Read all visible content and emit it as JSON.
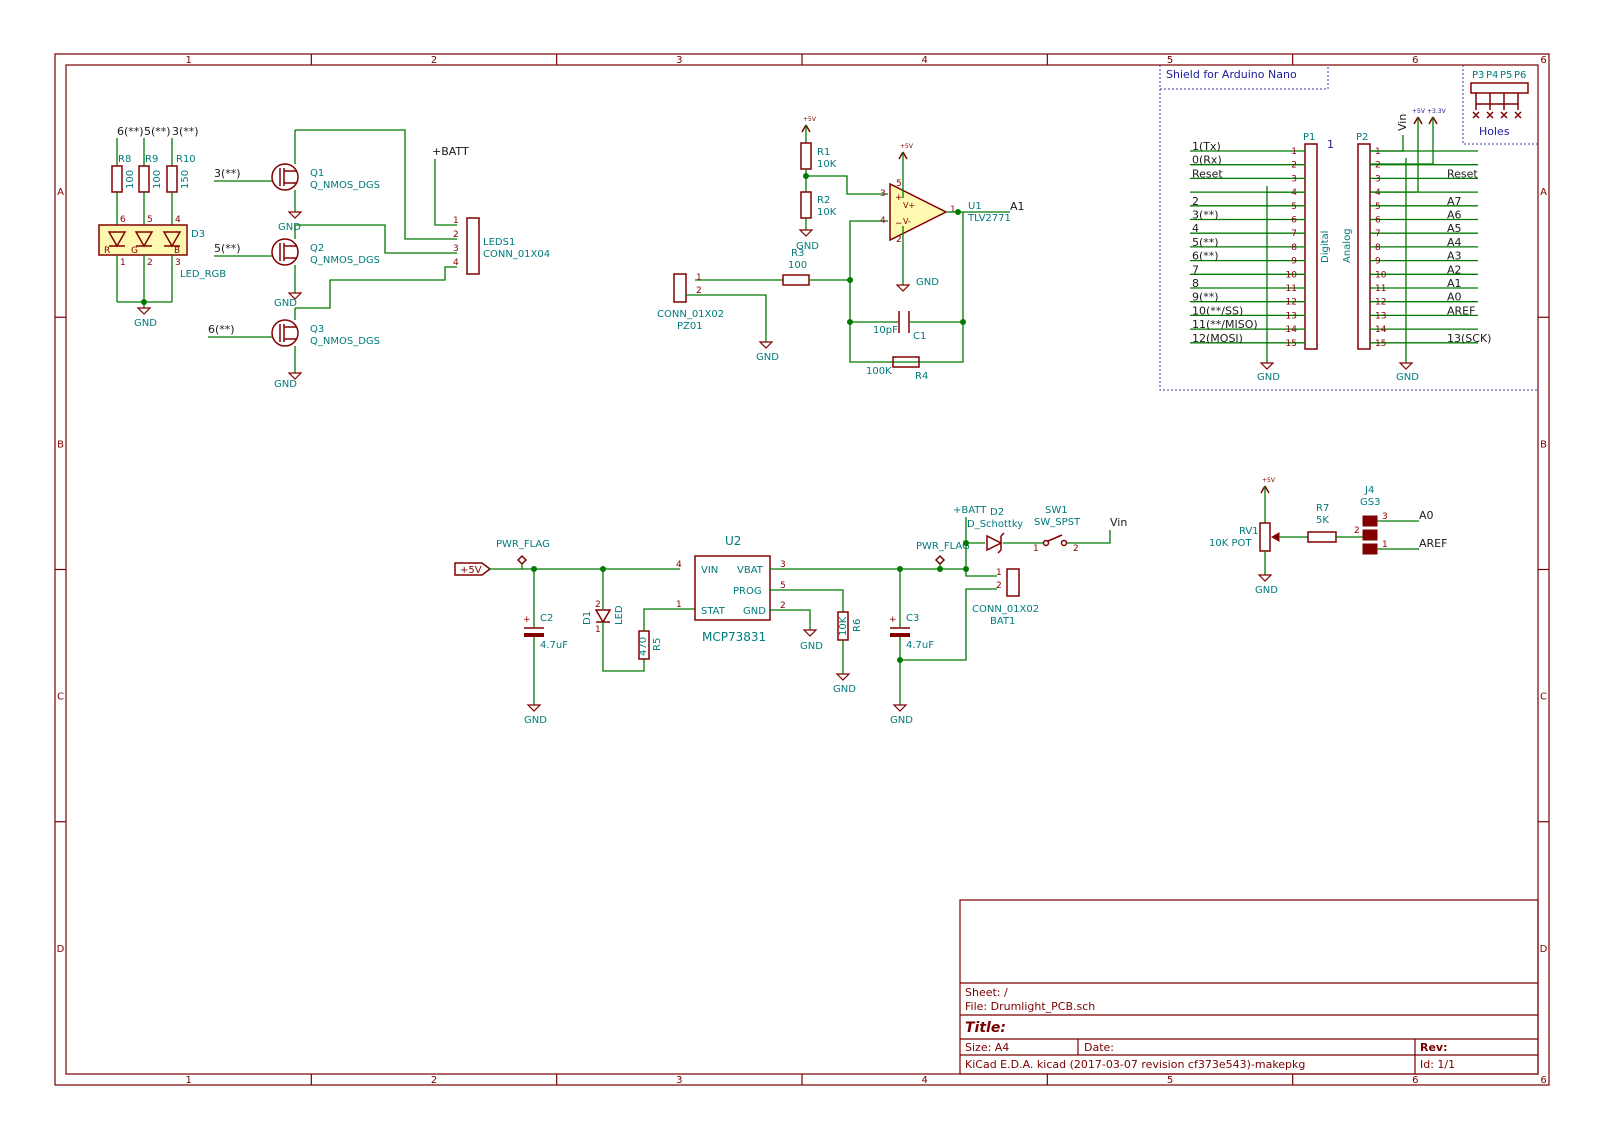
{
  "frame": {
    "columns": [
      "1",
      "2",
      "3",
      "4",
      "5",
      "6"
    ],
    "rows": [
      "A",
      "B",
      "C",
      "D"
    ]
  },
  "title_block": {
    "sheet": "Sheet: /",
    "file": "File: Drumlight_PCB.sch",
    "title": "Title:",
    "size": "Size: A4",
    "date": "Date:",
    "rev": "Rev:",
    "tool": "KiCad E.D.A.  kicad (2017-03-07 revision cf373e543)-makepkg",
    "id": "Id: 1/1"
  },
  "rgb": {
    "net_labels": [
      "6(**)",
      "5(**)",
      "3(**)"
    ],
    "resistors": [
      {
        "ref": "R8",
        "value": "100"
      },
      {
        "ref": "R9",
        "value": "100"
      },
      {
        "ref": "R10",
        "value": "150"
      }
    ],
    "led_ref": "D3",
    "led_value": "LED_RGB",
    "led_letters": [
      "R",
      "G",
      "B"
    ],
    "top_pins": [
      "6",
      "5",
      "4"
    ],
    "bottom_pins": [
      "1",
      "2",
      "3"
    ],
    "gnd": "GND"
  },
  "mosfets": [
    {
      "ref": "Q1",
      "value": "Q_NMOS_DGS",
      "net": "3(**)",
      "gnd": "GND"
    },
    {
      "ref": "Q2",
      "value": "Q_NMOS_DGS",
      "net": "5(**)",
      "gnd": "GND"
    },
    {
      "ref": "Q3",
      "value": "Q_NMOS_DGS",
      "net": "6(**)",
      "gnd": "GND"
    }
  ],
  "leds_conn": {
    "ref": "LEDS1",
    "value": "CONN_01X04",
    "pins": [
      "1",
      "2",
      "3",
      "4"
    ],
    "power": "+BATT"
  },
  "amp": {
    "r1": {
      "ref": "R1",
      "value": "10K"
    },
    "r2": {
      "ref": "R2",
      "value": "10K"
    },
    "r3": {
      "ref": "R3",
      "value": "100"
    },
    "r4": {
      "ref": "R4",
      "value": "100K"
    },
    "c1": {
      "ref": "C1",
      "value": "10pF"
    },
    "u1": {
      "ref": "U1",
      "value": "TLV2771"
    },
    "pz": {
      "ref": "PZ01",
      "value": "CONN_01X02"
    },
    "out_net": "A1",
    "supply": "+5V",
    "gnd": "GND",
    "pins": {
      "in_plus": "3",
      "in_minus": "4",
      "vplus": "5",
      "vminus": "2",
      "out": "1"
    },
    "conn_pins": [
      "1",
      "2"
    ]
  },
  "nano": {
    "title": "Shield for Arduino Nano",
    "p1_ref": "P1",
    "p2_ref": "P2",
    "p1_side": "Digital",
    "p2_side": "Analog",
    "p1_first": "1",
    "p1_labels": [
      "1(Tx)",
      "0(Rx)",
      "Reset",
      "",
      "2",
      "3(**)",
      "4",
      "5(**)",
      "6(**)",
      "7",
      "8",
      "9(**)",
      "10(**/SS)",
      "11(**/MISO)",
      "12(MOSI)"
    ],
    "p2_labels": [
      "",
      "",
      "Reset",
      "",
      "A7",
      "A6",
      "A5",
      "A4",
      "A3",
      "A2",
      "A1",
      "A0",
      "AREF",
      "",
      "13(SCK)"
    ],
    "pin_numbers": [
      "1",
      "2",
      "3",
      "4",
      "5",
      "6",
      "7",
      "8",
      "9",
      "10",
      "11",
      "12",
      "13",
      "14",
      "15"
    ],
    "top_nets": [
      "Vin",
      "+5V",
      "+3.3V"
    ],
    "gnd": "GND"
  },
  "holes": {
    "labels": [
      "P3",
      "P4",
      "P5",
      "P6"
    ],
    "caption": "Holes"
  },
  "charger": {
    "input_net": "+5V",
    "pwr_flag": "PWR_FLAG",
    "c2": {
      "ref": "C2",
      "value": "4.7uF"
    },
    "d1": {
      "ref": "D1",
      "value": "LED"
    },
    "r5": {
      "ref": "R5",
      "value": "470"
    },
    "u2": {
      "ref": "U2",
      "value": "MCP73831"
    },
    "u2_pins": {
      "vin": "VIN",
      "vbat": "VBAT",
      "prog": "PROG",
      "stat": "STAT",
      "gnd": "GND"
    },
    "u2_pin_numbers": {
      "vin": "4",
      "vbat": "3",
      "prog": "5",
      "stat": "1",
      "gnd": "2"
    },
    "r6": {
      "ref": "R6",
      "value": "10K"
    },
    "c3": {
      "ref": "C3",
      "value": "4.7uF"
    },
    "bat": {
      "ref": "BAT1",
      "value": "CONN_01X02"
    },
    "d2": {
      "ref": "D2",
      "value": "D_Schottky"
    },
    "sw": {
      "ref": "SW1",
      "value": "SW_SPST"
    },
    "batt_net": "+BATT",
    "vin_net": "Vin",
    "gnd": "GND",
    "d1_pins": [
      "2",
      "1"
    ],
    "sw_pins": [
      "1",
      "2"
    ],
    "bat_pins": [
      "1",
      "2"
    ]
  },
  "pot": {
    "rv1": {
      "ref": "RV1",
      "value": "10K POT"
    },
    "r7": {
      "ref": "R7",
      "value": "5K"
    },
    "j4": {
      "ref": "J4",
      "value": "GS3"
    },
    "nets": [
      "A0",
      "AREF"
    ],
    "pins": [
      "3",
      "2",
      "1"
    ],
    "supply": "+5V",
    "gnd": "GND"
  }
}
